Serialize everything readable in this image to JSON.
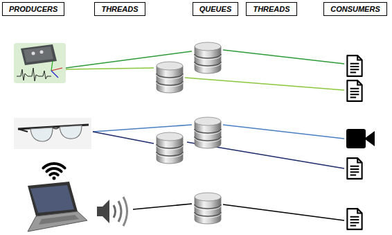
{
  "diagram": {
    "nodes": [
      {
        "text": [
          "PRODUCERS"
        ]
      },
      {
        "text": [
          "THREADS"
        ]
      },
      {
        "text": [
          "QUEUES"
        ]
      },
      {
        "text": [
          "THREADS"
        ]
      },
      {
        "text": [
          "CONSUMERS"
        ]
      }
    ]
  }
}
